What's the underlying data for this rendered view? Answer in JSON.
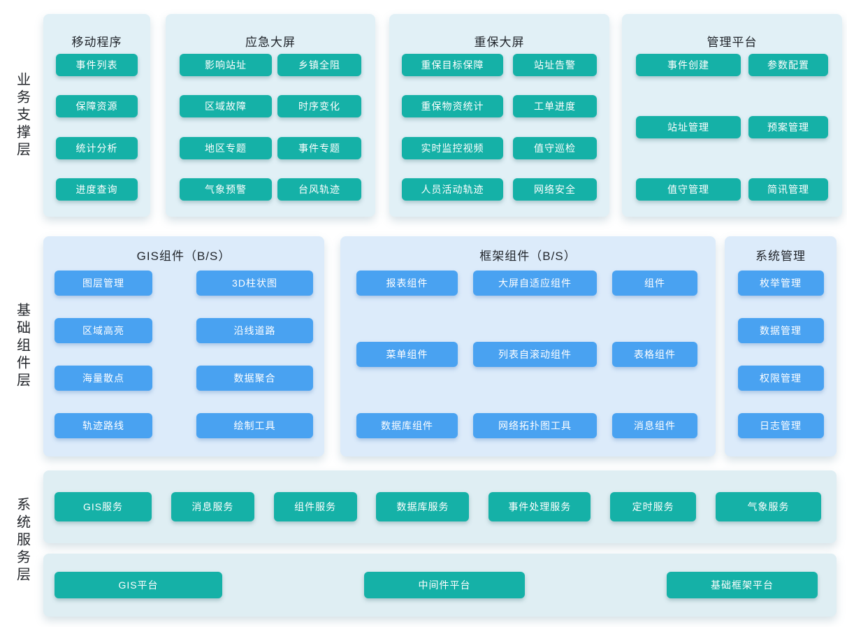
{
  "colors": {
    "teal": "#15b1a7",
    "blue": "#49a2f1",
    "panel_top_bg": "#e1f0f6",
    "panel_mid_bg": "#dcebfa",
    "panel_bottom_bg": "#dfeef3",
    "title_color": "#1f2329",
    "chip_text": "#ffffff"
  },
  "layer_labels": {
    "business": "业务支撑层",
    "components": "基础组件层",
    "services": "系统服务层"
  },
  "business_layer": {
    "mobile": {
      "title": "移动程序",
      "buttons": [
        "事件列表",
        "保障资源",
        "统计分析",
        "进度查询"
      ]
    },
    "emergency": {
      "title": "应急大屏",
      "buttons": [
        "影响站址",
        "乡镇全阻",
        "区域故障",
        "时序变化",
        "地区专题",
        "事件专题",
        "气象预警",
        "台风轨迹"
      ]
    },
    "protection": {
      "title": "重保大屏",
      "buttons": [
        "重保目标保障",
        "站址告警",
        "重保物资统计",
        "工单进度",
        "实时监控视频",
        "值守巡检",
        "人员活动轨迹",
        "网络安全"
      ]
    },
    "management": {
      "title": "管理平台",
      "buttons": [
        "事件创建",
        "参数配置",
        "站址管理",
        "预案管理",
        "值守管理",
        "简讯管理"
      ]
    }
  },
  "component_layer": {
    "gis": {
      "title": "GIS组件（B/S）",
      "buttons": [
        "图层管理",
        "3D柱状图",
        "区域高亮",
        "沿线道路",
        "海量散点",
        "数据聚合",
        "轨迹路线",
        "绘制工具"
      ]
    },
    "framework": {
      "title": "框架组件（B/S）",
      "buttons": [
        "报表组件",
        "大屏自适应组件",
        "组件",
        "菜单组件",
        "列表自滚动组件",
        "表格组件",
        "数据库组件",
        "网络拓扑图工具",
        "消息组件"
      ]
    },
    "system": {
      "title": "系统管理",
      "buttons": [
        "枚举管理",
        "数据管理",
        "权限管理",
        "日志管理"
      ]
    }
  },
  "service_layer": {
    "services": [
      "GIS服务",
      "消息服务",
      "组件服务",
      "数据库服务",
      "事件处理服务",
      "定时服务",
      "气象服务"
    ],
    "platforms": [
      "GIS平台",
      "中间件平台",
      "基础框架平台"
    ]
  }
}
